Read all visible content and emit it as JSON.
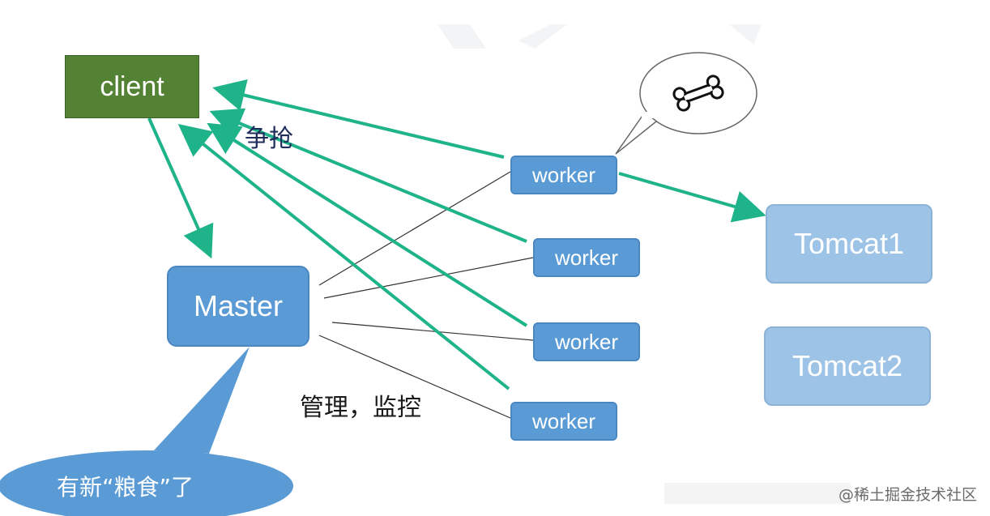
{
  "nodes": {
    "client": "client",
    "master": "Master",
    "workers": [
      "worker",
      "worker",
      "worker",
      "worker"
    ],
    "tomcats": [
      "Tomcat1",
      "Tomcat2"
    ]
  },
  "labels": {
    "compete": "争抢",
    "manage": "管理，监控",
    "new_food": "有新“粮食”了"
  },
  "watermark": "@稀土掘金技术社区",
  "colors": {
    "client_fill": "#548235",
    "node_fill": "#5b9bd5",
    "tomcat_fill": "#9dc3e6",
    "arrow": "#1fb38a",
    "line": "#333333"
  },
  "icons": {
    "thought_bubble_content": "bone-icon"
  }
}
